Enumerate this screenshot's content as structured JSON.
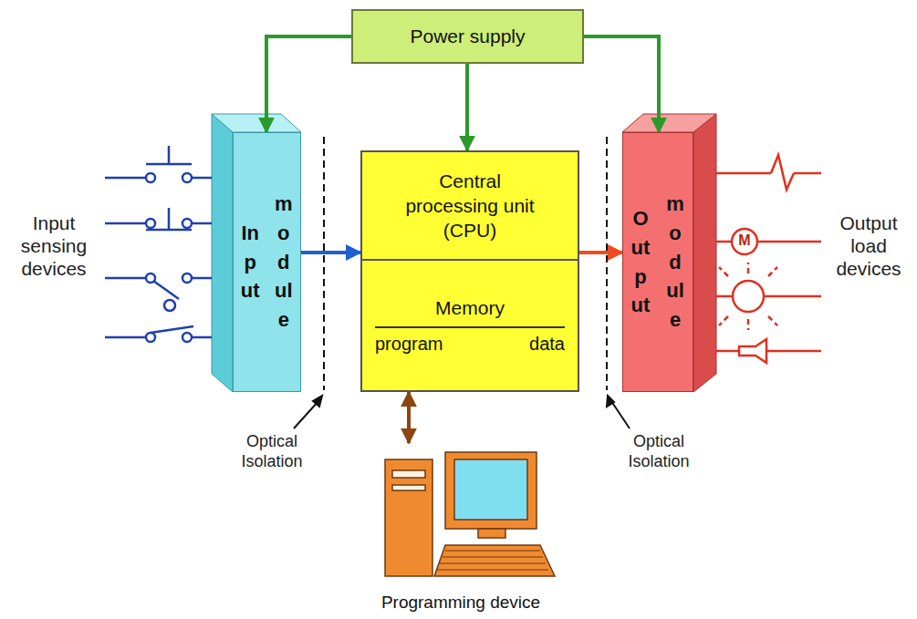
{
  "diagram": {
    "nodes": [
      {
        "text": [
          "Power supply"
        ]
      },
      {
        "text": [
          "Input",
          "module"
        ]
      },
      {
        "text": [
          "Central processing unit (CPU)"
        ]
      },
      {
        "text": [
          "Memory",
          "program",
          "data"
        ]
      },
      {
        "text": [
          "Output",
          "module"
        ]
      },
      {
        "text": [
          "Programming device"
        ]
      }
    ],
    "edges": [
      {
        "from": 0,
        "to": 1,
        "arrow": "to"
      },
      {
        "from": 0,
        "to": 2,
        "arrow": "to"
      },
      {
        "from": 0,
        "to": 4,
        "arrow": "to"
      },
      {
        "from": 1,
        "to": 2,
        "arrow": "to"
      },
      {
        "from": 2,
        "to": 4,
        "arrow": "to"
      },
      {
        "from": 3,
        "to": 5,
        "arrow": "both"
      }
    ],
    "labels": [
      "Input sensing devices",
      "M",
      "Output load devices",
      "Optical Isolation",
      "Optical Isolation"
    ]
  }
}
